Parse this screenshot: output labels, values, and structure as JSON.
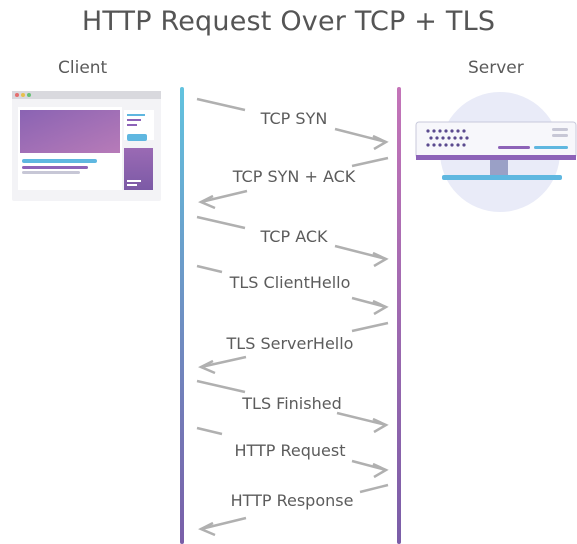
{
  "title": "HTTP Request Over TCP + TLS",
  "client_label": "Client",
  "server_label": "Server",
  "colors": {
    "text": "#555555",
    "arrow": "#b0b0b0",
    "client_line_top": "#62c3df",
    "client_line_bottom": "#7a5ea8",
    "server_line_top": "#c474b8",
    "server_line_bottom": "#7a5ea8",
    "accent_purple": "#8d63b8",
    "accent_blue": "#5fb7e0"
  },
  "messages": [
    {
      "label": "TCP SYN",
      "direction": "client-to-server"
    },
    {
      "label": "TCP SYN + ACK",
      "direction": "server-to-client"
    },
    {
      "label": "TCP ACK",
      "direction": "client-to-server"
    },
    {
      "label": "TLS ClientHello",
      "direction": "client-to-server"
    },
    {
      "label": "TLS ServerHello",
      "direction": "server-to-client"
    },
    {
      "label": "TLS Finished",
      "direction": "client-to-server"
    },
    {
      "label": "HTTP Request",
      "direction": "client-to-server"
    },
    {
      "label": "HTTP Response",
      "direction": "server-to-client"
    }
  ]
}
